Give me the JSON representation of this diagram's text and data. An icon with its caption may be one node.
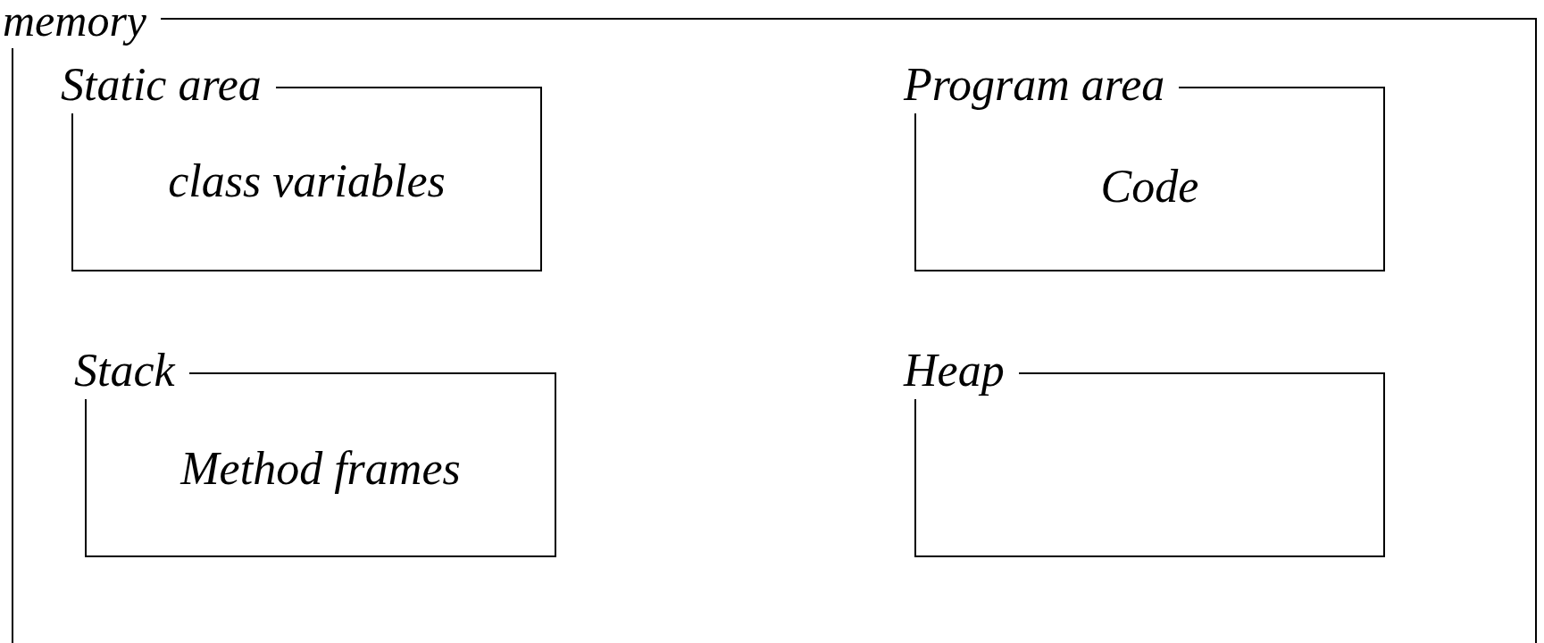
{
  "diagram": {
    "nodes": [
      {
        "text": [
          "memory"
        ]
      },
      {
        "text": [
          "Static area",
          "class variables"
        ],
        "in": 0
      },
      {
        "text": [
          "Program area",
          "Code"
        ],
        "in": 0
      },
      {
        "text": [
          "Stack",
          "Method frames"
        ],
        "in": 0
      },
      {
        "text": [
          "Heap"
        ],
        "in": 0
      }
    ]
  }
}
